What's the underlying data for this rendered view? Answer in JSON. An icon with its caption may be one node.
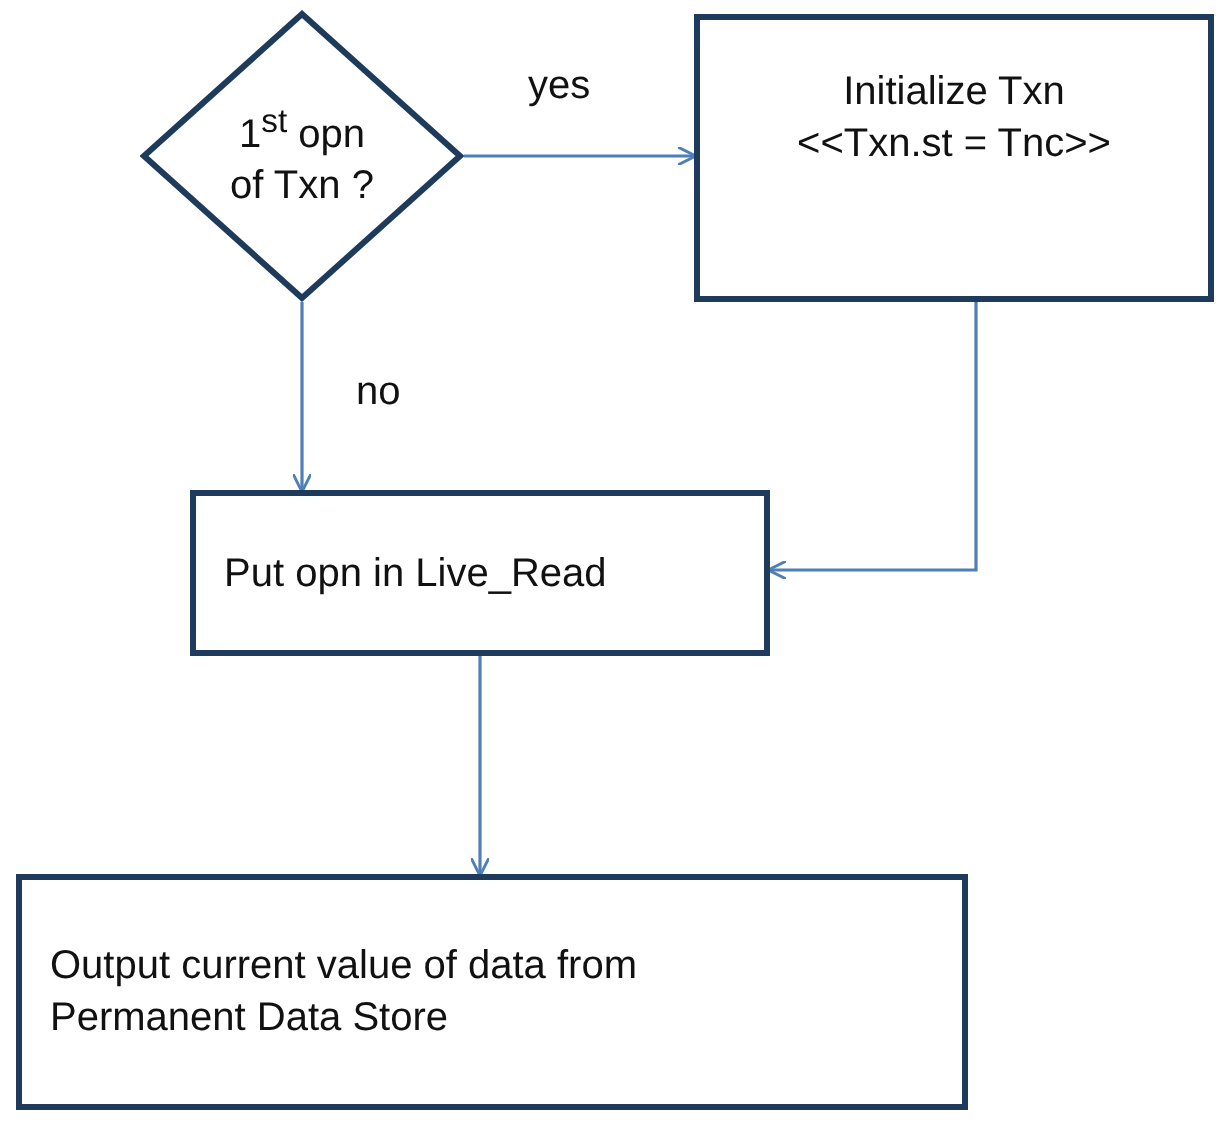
{
  "diagram": {
    "nodes": [
      {
        "text": [
          "1$^{st}$ opn of Txn ?"
        ]
      },
      {
        "text": [
          "Initialize Txn <<Txn.st = Tnc>>"
        ]
      },
      {
        "text": [
          "Put opn in Live_Read"
        ]
      },
      {
        "text": [
          "Output current value of data from Permanent Data Store"
        ]
      }
    ],
    "edges": [
      {
        "from": 0,
        "to": 1,
        "arrow": "to",
        "label": "yes"
      },
      {
        "from": 0,
        "to": 2,
        "arrow": "to",
        "label": "no"
      },
      {
        "from": 1,
        "to": 2,
        "arrow": "to"
      },
      {
        "from": 2,
        "to": 3,
        "arrow": "to"
      }
    ]
  }
}
